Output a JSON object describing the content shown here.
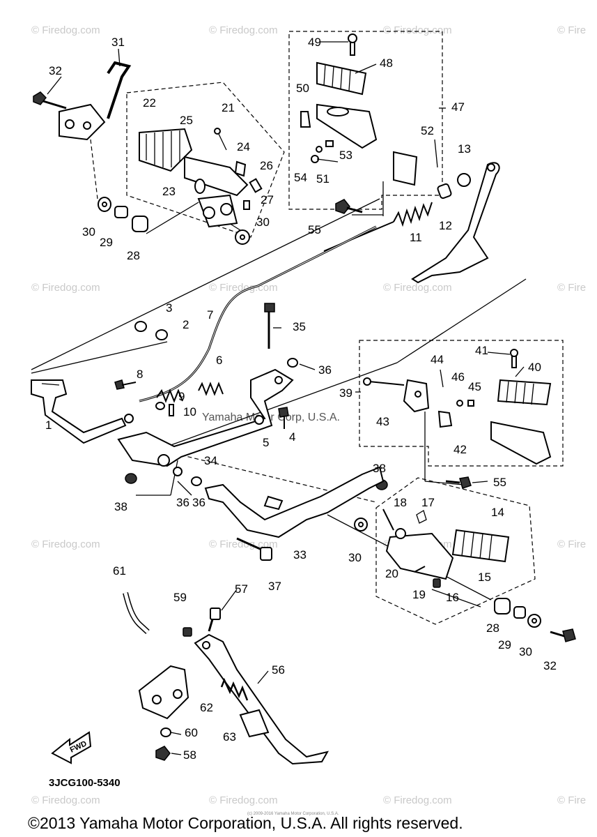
{
  "watermarks": [
    {
      "text": "© Firedog.com"
    },
    {
      "text": "© Firedog.com"
    },
    {
      "text": "© Firedog.com"
    },
    {
      "text": "© Fire"
    },
    {
      "text": "© Firedog.com"
    },
    {
      "text": "© Firedog.com"
    },
    {
      "text": "© Firedog.com"
    },
    {
      "text": "© Fire"
    },
    {
      "text": "© Firedog.com"
    },
    {
      "text": "© Firedog.com"
    },
    {
      "text": "© Firedog.com"
    },
    {
      "text": "© Fire"
    },
    {
      "text": "© Firedog.com"
    },
    {
      "text": "© Firedog.com"
    },
    {
      "text": "© Firedog.com"
    },
    {
      "text": "© Fire"
    }
  ],
  "center_watermark": "Yamaha Motor Corp, U.S.A.",
  "callouts": [
    "1",
    "2",
    "3",
    "4",
    "5",
    "6",
    "7",
    "8",
    "9",
    "10",
    "11",
    "12",
    "13",
    "14",
    "15",
    "16",
    "17",
    "18",
    "19",
    "20",
    "21",
    "22",
    "23",
    "24",
    "25",
    "26",
    "27",
    "28",
    "28",
    "29",
    "29",
    "30",
    "30",
    "30",
    "30",
    "31",
    "32",
    "32",
    "33",
    "34",
    "35",
    "36",
    "36",
    "36",
    "37",
    "38",
    "38",
    "39",
    "40",
    "41",
    "42",
    "43",
    "44",
    "45",
    "46",
    "47",
    "48",
    "49",
    "50",
    "51",
    "52",
    "53",
    "54",
    "55",
    "55",
    "56",
    "57",
    "58",
    "59",
    "60",
    "61",
    "62",
    "63"
  ],
  "fwd_label": "FWD",
  "diagram_code": "3JCG100-5340",
  "tiny_notice": "(c) 2009-2016 Yamaha Motor Corporation, U.S.A.",
  "copyright": "©2013 Yamaha Motor Corporation, U.S.A. All rights reserved."
}
